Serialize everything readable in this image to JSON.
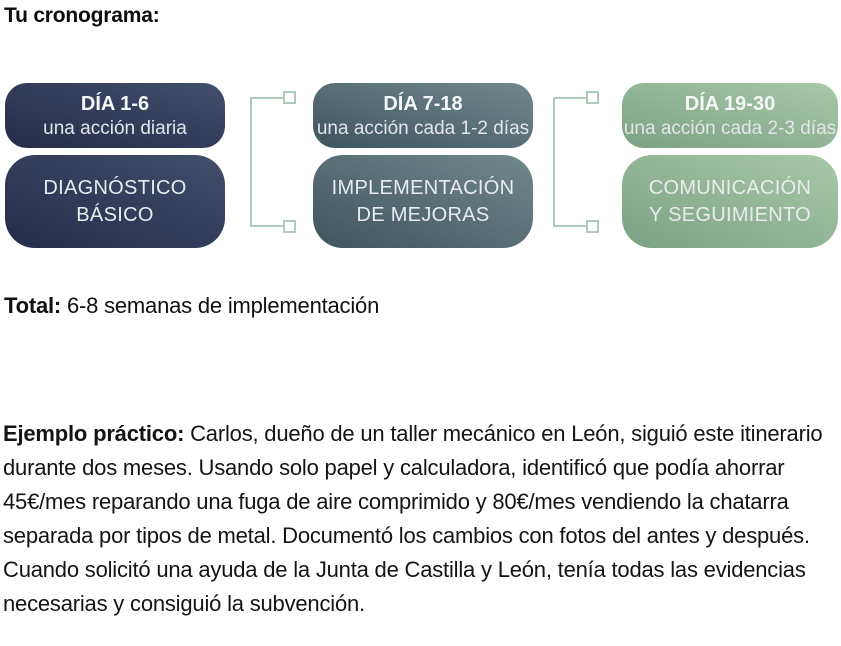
{
  "title": "Tu cronograma:",
  "diagram": {
    "steps": [
      {
        "day_label": "DÍA 1-6",
        "frequency": "una acción diaria",
        "phase_lines": [
          "DIAGNÓSTICO",
          "BÁSICO"
        ]
      },
      {
        "day_label": "DÍA 7-18",
        "frequency": "una acción cada 1-2 días",
        "phase_lines": [
          "IMPLEMENTACIÓN",
          "DE MEJORAS"
        ]
      },
      {
        "day_label": "DÍA 19-30",
        "frequency": "una acción cada 2-3 días",
        "phase_lines": [
          "COMUNICACIÓN",
          "Y SEGUIMIENTO"
        ]
      }
    ],
    "colors": {
      "step1_start": "#262c4a",
      "step1_end": "#414e6c",
      "step2_start": "#3e545e",
      "step2_end": "#71898d",
      "step3_start": "#7ba184",
      "step3_end": "#a7c9a8",
      "connector": "#aecbbc"
    }
  },
  "total": {
    "label": "Total:",
    "text": " 6-8 semanas de implementación"
  },
  "example": {
    "label": "Ejemplo práctico:",
    "text": " Carlos, dueño de un taller mecánico en León, siguió este itinerario durante dos meses. Usando solo papel y calculadora, identificó que podía ahorrar 45€/mes reparando una fuga de aire comprimido y 80€/mes vendiendo la chatarra separada por tipos de metal. Documentó los cambios con fotos del antes y después. Cuando solicitó una ayuda de la Junta de Castilla y León, tenía todas las evidencias necesarias y consiguió la subvención."
  }
}
